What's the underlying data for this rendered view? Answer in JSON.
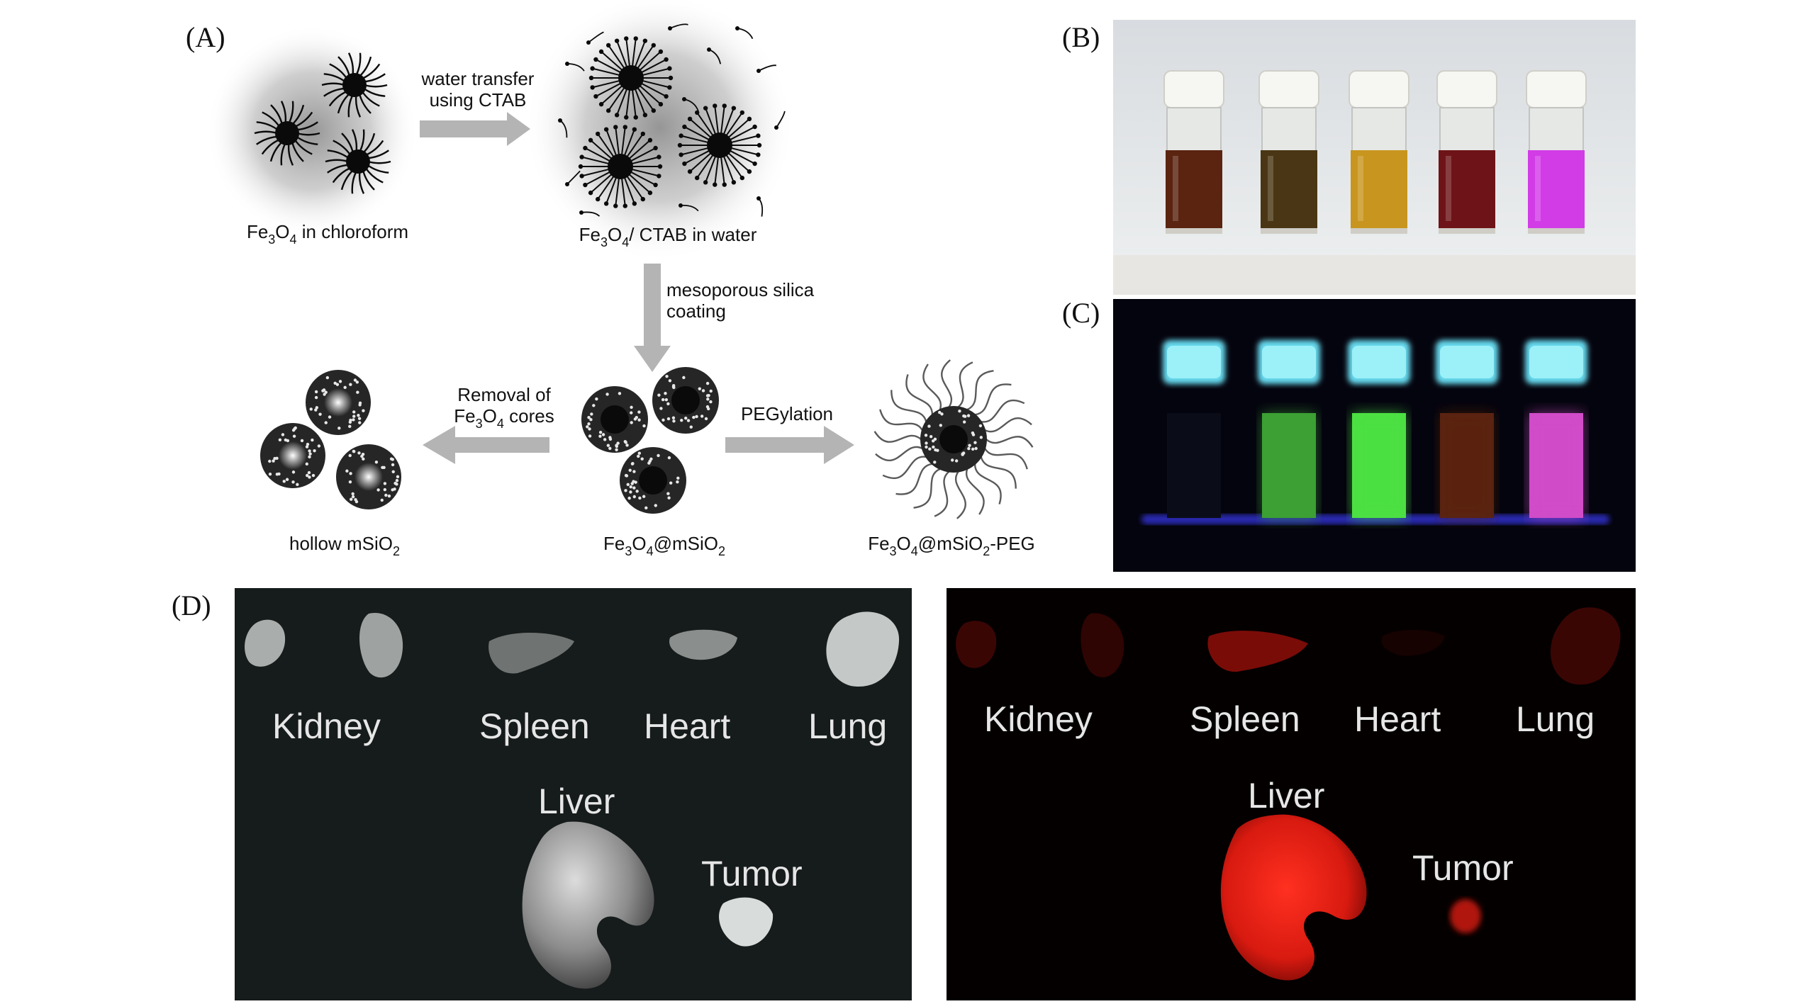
{
  "panel_labels": {
    "a": "(A)",
    "b": "(B)",
    "c": "(C)",
    "d": "(D)"
  },
  "scheme": {
    "step_water_transfer": {
      "line1": "water transfer",
      "line2": "using CTAB"
    },
    "step_silica": {
      "line1": "mesoporous silica",
      "line2": "coating"
    },
    "step_removal": {
      "line1": "Removal of",
      "line2_pre": "Fe",
      "line2_sub1": "3",
      "line2_mid": "O",
      "line2_sub2": "4",
      "line2_post": " cores"
    },
    "step_peg": "PEGylation",
    "fe3o4_chloroform": {
      "pre": "Fe",
      "sub1": "3",
      "mid": "O",
      "sub2": "4",
      "post": " in chloroform"
    },
    "fe3o4_ctab": {
      "pre": "Fe",
      "sub1": "3",
      "mid": "O",
      "sub2": "4",
      "post": "/ CTAB in water"
    },
    "hollow": {
      "pre": "hollow mSiO",
      "sub": "2"
    },
    "fe3o4_msio2": {
      "pre": "Fe",
      "sub1": "3",
      "mid": "O",
      "sub2": "4",
      "mid2": "@mSiO",
      "sub3": "2"
    },
    "fe3o4_msio2_peg": {
      "pre": "Fe",
      "sub1": "3",
      "mid": "O",
      "sub2": "4",
      "mid2": "@mSiO",
      "sub3": "2",
      "post": "-PEG"
    }
  },
  "vials_daylight": [
    "#5a2410",
    "#4a3614",
    "#c8951e",
    "#6e1418",
    "#d23ce6"
  ],
  "vials_uv": [
    "#0a0c18",
    "#3ca034",
    "#4ce042",
    "#5a2410",
    "#d04cc8"
  ],
  "organs_gray": {
    "kidney": "Kidney",
    "spleen": "Spleen",
    "heart": "Heart",
    "lung": "Lung",
    "liver": "Liver",
    "tumor": "Tumor"
  },
  "organs_red": {
    "kidney": "Kidney",
    "spleen": "Spleen",
    "heart": "Heart",
    "lung": "Lung",
    "liver": "Liver",
    "tumor": "Tumor"
  },
  "colors": {
    "arrow": "#b4b4b4",
    "core": "#0a0a0a",
    "shell": "#262626",
    "fluor_red": "#e01a10"
  }
}
